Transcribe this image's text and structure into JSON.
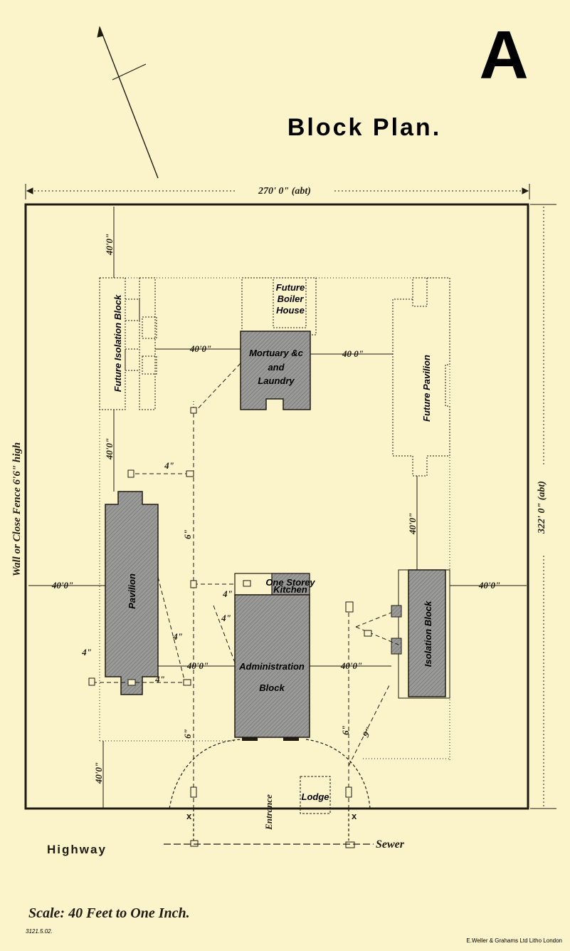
{
  "sheet_letter": "A",
  "title": "Block Plan.",
  "fence_label": "Wall or Close Fence 6'6\" high",
  "width_dimension": "270' 0\" (abt)",
  "depth_dimension": "322' 0\" (abt)",
  "buildings": {
    "future_isolation_block": "Future Isolation Block",
    "future_boiler_house": [
      "Future",
      "Boiler",
      "House"
    ],
    "mortuary": [
      "Mortuary &c",
      "and",
      "Laundry"
    ],
    "future_pavilion": "Future Pavilion",
    "pavilion": "Pavilion",
    "one_storey_kitchen": [
      "One Storey",
      "Kitchen"
    ],
    "administration": [
      "Administration",
      "Block"
    ],
    "isolation_block": "Isolation Block",
    "lodge": "Lodge",
    "entrance": "Entrance"
  },
  "dimensions": {
    "forty_ft": "40'0\"",
    "forty_ft_alt": "40 0\"",
    "four_in": "4\"",
    "six_in": "6\"",
    "nine_in": "9\""
  },
  "road_label": "Highway",
  "sewer_label": "Sewer",
  "scale": "Scale: 40 Feet to One Inch.",
  "reference": "3121.5.02.",
  "printer": "E.Weller & Grahams Ltd Litho London",
  "colors": {
    "paper": "#fbf3c9",
    "ink": "#1f1a12",
    "hatch": "#8c8c8a"
  }
}
